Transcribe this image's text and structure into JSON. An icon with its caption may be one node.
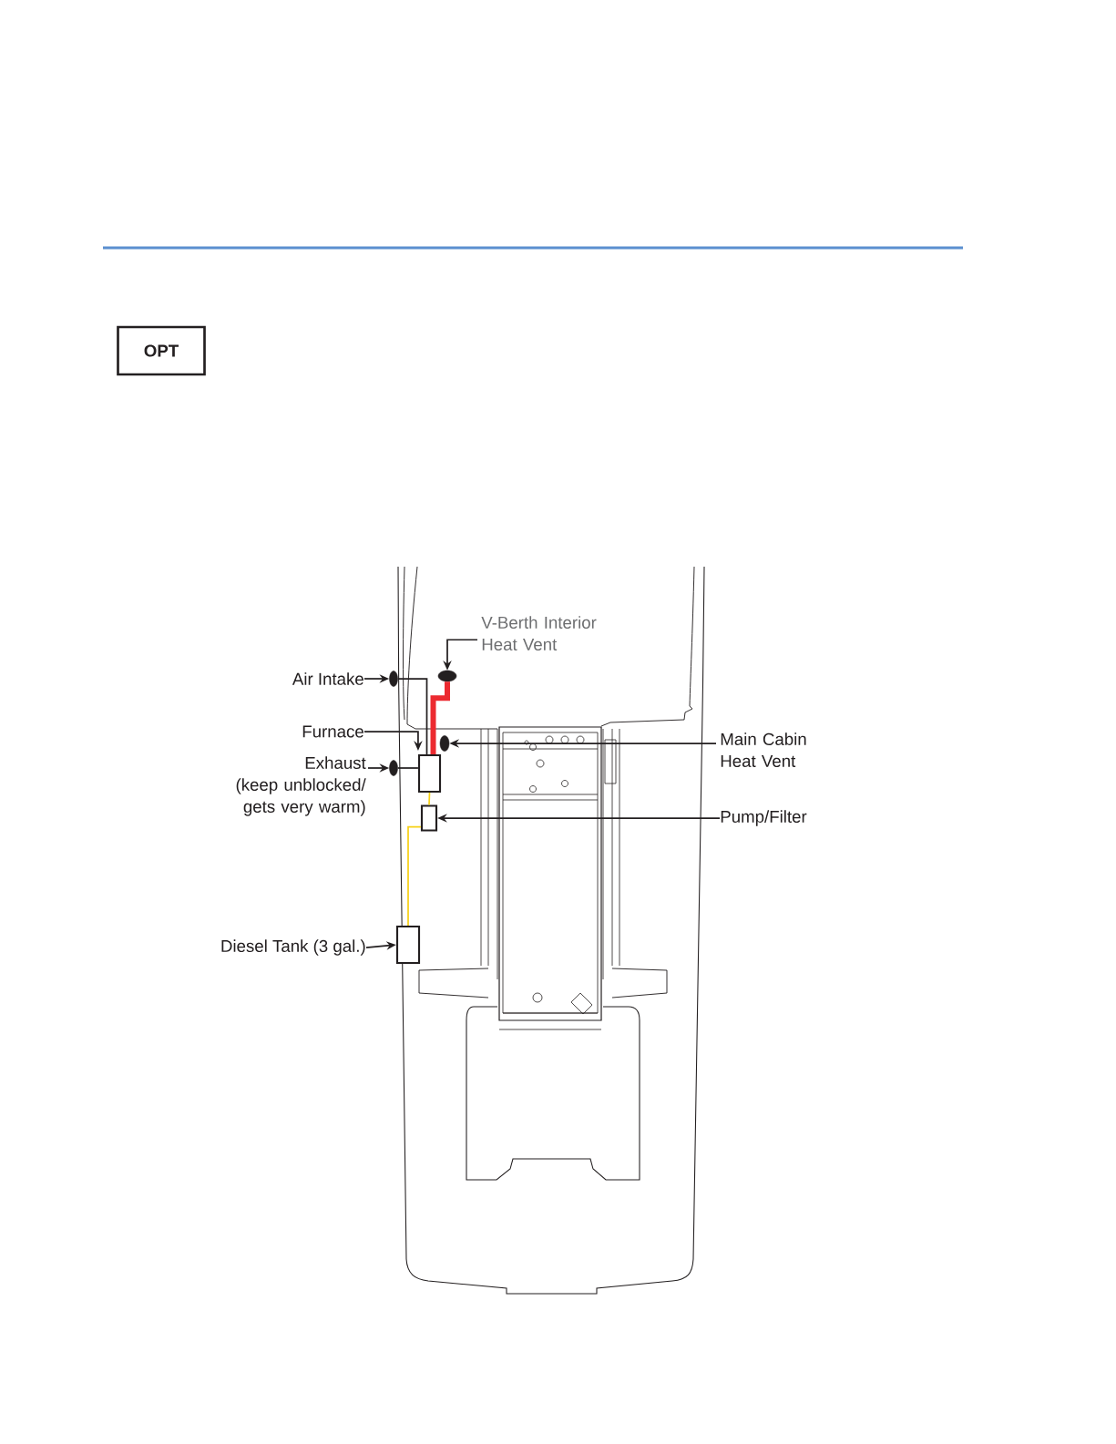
{
  "diagram": {
    "nodes": [
      {
        "text": [
          "OPT"
        ]
      },
      {
        "text": [
          "Air Intake"
        ]
      },
      {
        "text": [],
        "shape": "circle"
      },
      {
        "text": [
          "V-Berth Interior Heat Vent"
        ]
      },
      {
        "text": [],
        "shape": "circle"
      },
      {
        "text": [
          "Furnace"
        ]
      },
      {
        "text": [],
        "shape": "box"
      },
      {
        "text": [
          "Exhaust",
          "(keep unblocked/ gets very warm)"
        ]
      },
      {
        "text": [],
        "shape": "circle"
      },
      {
        "text": [],
        "shape": "circle"
      },
      {
        "text": [
          "Main Cabin Heat Vent"
        ]
      },
      {
        "text": [],
        "shape": "box"
      },
      {
        "text": [
          "Pump/Filter"
        ]
      },
      {
        "text": [
          "Diesel Tank (3 gal.)"
        ]
      },
      {
        "text": [],
        "shape": "box"
      }
    ],
    "edges": [
      {
        "from": 1,
        "to": 2,
        "arrow": "to"
      },
      {
        "from": 3,
        "to": 4,
        "arrow": "to"
      },
      {
        "from": 5,
        "to": 6,
        "arrow": "to"
      },
      {
        "from": 7,
        "to": 8,
        "arrow": "to"
      },
      {
        "from": 10,
        "to": 9,
        "arrow": "to"
      },
      {
        "from": 12,
        "to": 11,
        "arrow": "to"
      },
      {
        "from": 13,
        "to": 14,
        "arrow": "to"
      },
      {
        "from": 2,
        "to": 6,
        "arrow": "none"
      },
      {
        "from": 4,
        "to": 6,
        "arrow": "none",
        "style": "thick",
        "color": "#ec2a30"
      },
      {
        "from": 8,
        "to": 6,
        "arrow": "none"
      },
      {
        "from": 6,
        "to": 11,
        "arrow": "none",
        "color": "#f7d117"
      },
      {
        "from": 11,
        "to": 14,
        "arrow": "none",
        "color": "#f7d117"
      }
    ]
  }
}
